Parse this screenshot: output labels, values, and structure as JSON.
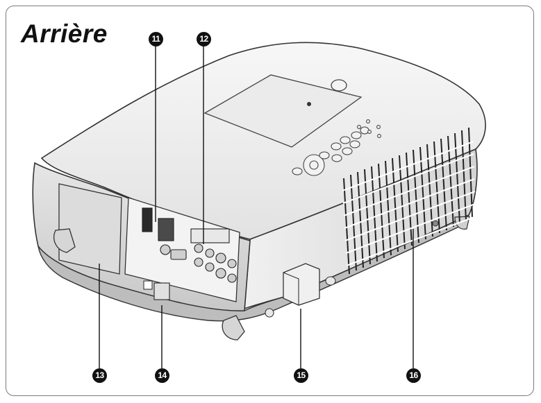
{
  "page": {
    "title": "Arrière"
  },
  "callouts": [
    {
      "id": "11",
      "label": "⑪",
      "text": "11"
    },
    {
      "id": "12",
      "label": "⑫",
      "text": "12"
    },
    {
      "id": "13",
      "label": "⑬",
      "text": "13"
    },
    {
      "id": "14",
      "label": "⑭",
      "text": "14"
    },
    {
      "id": "15",
      "label": "⑮",
      "text": "15"
    },
    {
      "id": "16",
      "label": "⑯",
      "text": "16"
    }
  ],
  "colors": {
    "ink": "#111111",
    "frame": "#7a7a7a",
    "body": "#ffffff",
    "shade": "#d9d9d9",
    "dark": "#2a2a2a"
  },
  "illustration": {
    "subject": "projector-rear-view"
  }
}
